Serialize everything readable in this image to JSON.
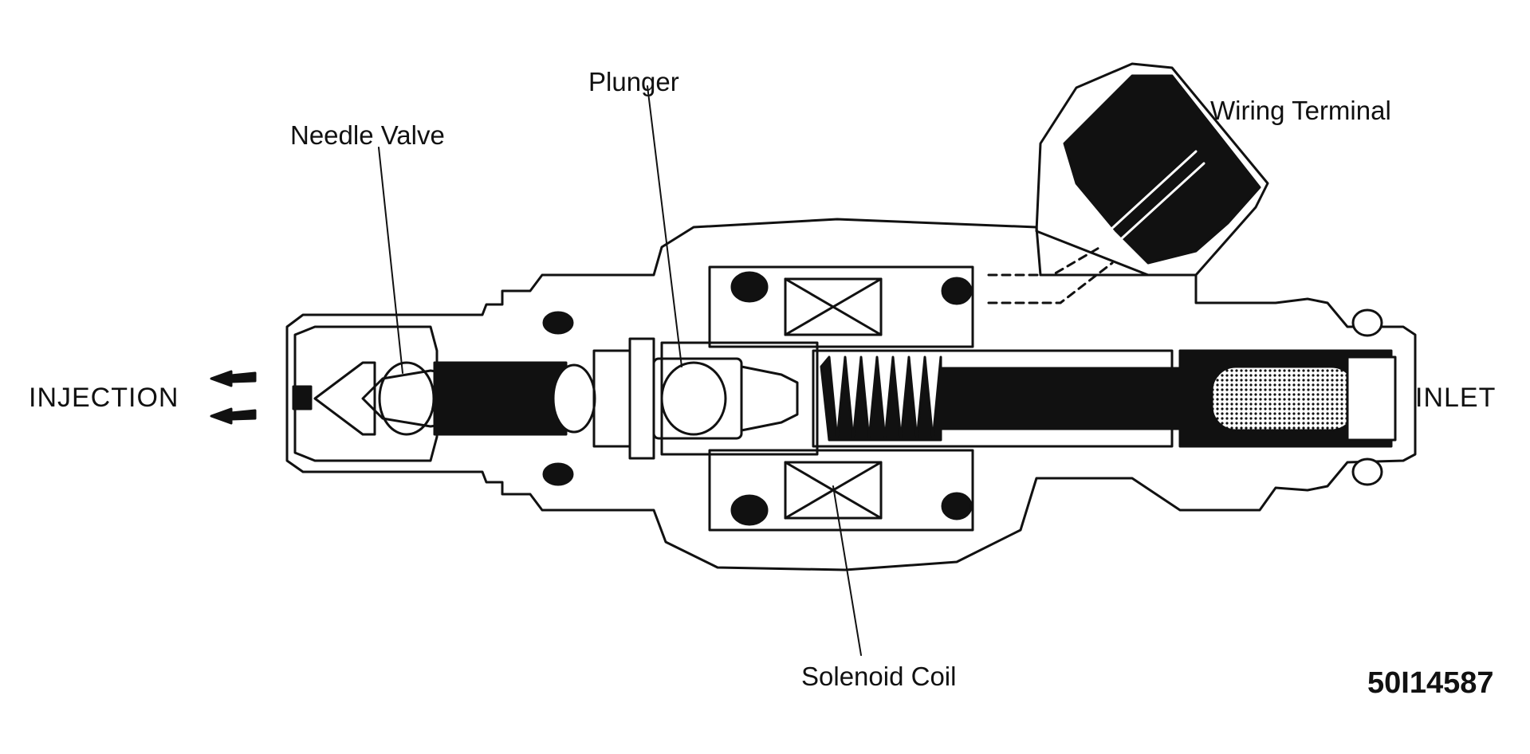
{
  "diagram": {
    "labels": {
      "plunger": "Plunger",
      "needle_valve": "Needle Valve",
      "wiring_terminal": "Wiring Terminal",
      "injection": "INJECTION",
      "inlet": "INLET",
      "solenoid_coil": "Solenoid Coil",
      "figure_code": "50I14587"
    },
    "colors": {
      "ink": "#111111",
      "paper": "#ffffff"
    }
  }
}
